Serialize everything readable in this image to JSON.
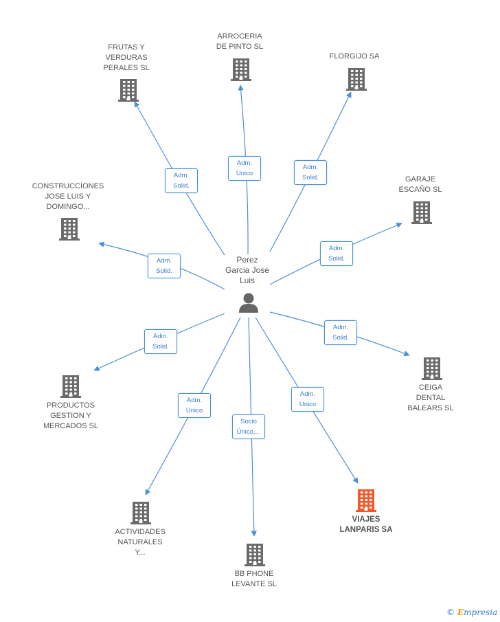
{
  "center": {
    "name_lines": [
      "Perez",
      "Garcia Jose",
      "Luis"
    ],
    "icon": "person-icon"
  },
  "nodes": [
    {
      "id": "frutas",
      "lines": [
        "FRUTAS Y",
        "VERDURAS",
        "PERALES  SL"
      ],
      "icon": "building-icon",
      "highlight": false
    },
    {
      "id": "arroceria",
      "lines": [
        "ARROCERIA",
        "DE PINTO  SL"
      ],
      "icon": "building-icon",
      "highlight": false
    },
    {
      "id": "florgijo",
      "lines": [
        "FLORGIJO SA"
      ],
      "icon": "building-icon",
      "highlight": false
    },
    {
      "id": "garaje",
      "lines": [
        "GARAJE",
        "ESCAÑO SL"
      ],
      "icon": "building-icon",
      "highlight": false
    },
    {
      "id": "construcciones",
      "lines": [
        "CONSTRUCCIONES",
        "JOSE LUIS Y",
        "DOMINGO..."
      ],
      "icon": "building-icon",
      "highlight": false
    },
    {
      "id": "ceiga",
      "lines": [
        "CEIGA",
        "DENTAL",
        "BALEARS SL"
      ],
      "icon": "building-icon",
      "highlight": false
    },
    {
      "id": "productos",
      "lines": [
        "PRODUCTOS",
        "GESTION Y",
        "MERCADOS SL"
      ],
      "icon": "building-icon",
      "highlight": false
    },
    {
      "id": "actividades",
      "lines": [
        "ACTIVIDADES",
        "NATURALES",
        "Y..."
      ],
      "icon": "building-icon",
      "highlight": false
    },
    {
      "id": "bbphone",
      "lines": [
        "BB PHONE",
        "LEVANTE  SL"
      ],
      "icon": "building-icon",
      "highlight": false
    },
    {
      "id": "viajes",
      "lines": [
        "VIAJES",
        "LANPARIS SA"
      ],
      "icon": "building-icon",
      "highlight": true
    }
  ],
  "edges": [
    {
      "target": "frutas",
      "label_lines": [
        "Adm.",
        "Solid."
      ]
    },
    {
      "target": "arroceria",
      "label_lines": [
        "Adm.",
        "Unico"
      ]
    },
    {
      "target": "florgijo",
      "label_lines": [
        "Adm.",
        "Solid."
      ]
    },
    {
      "target": "garaje",
      "label_lines": [
        "Adm.",
        "Solid."
      ]
    },
    {
      "target": "construcciones",
      "label_lines": [
        "Adm.",
        "Solid."
      ]
    },
    {
      "target": "ceiga",
      "label_lines": [
        "Adm.",
        "Solid."
      ]
    },
    {
      "target": "productos",
      "label_lines": [
        "Adm.",
        "Solid."
      ]
    },
    {
      "target": "actividades",
      "label_lines": [
        "Adm.",
        "Unico"
      ]
    },
    {
      "target": "bbphone",
      "label_lines": [
        "Socio",
        "Único,..."
      ]
    },
    {
      "target": "viajes",
      "label_lines": [
        "Adm.",
        "Unico"
      ]
    }
  ],
  "colors": {
    "edge": "#4a90d9",
    "building": "#6b6b6b",
    "highlight_building": "#f05a28",
    "person": "#666666",
    "label_border": "#4a90d9"
  },
  "footer": {
    "copyright_symbol": "©",
    "brand_initial": "E",
    "brand_rest": "mpresia"
  }
}
